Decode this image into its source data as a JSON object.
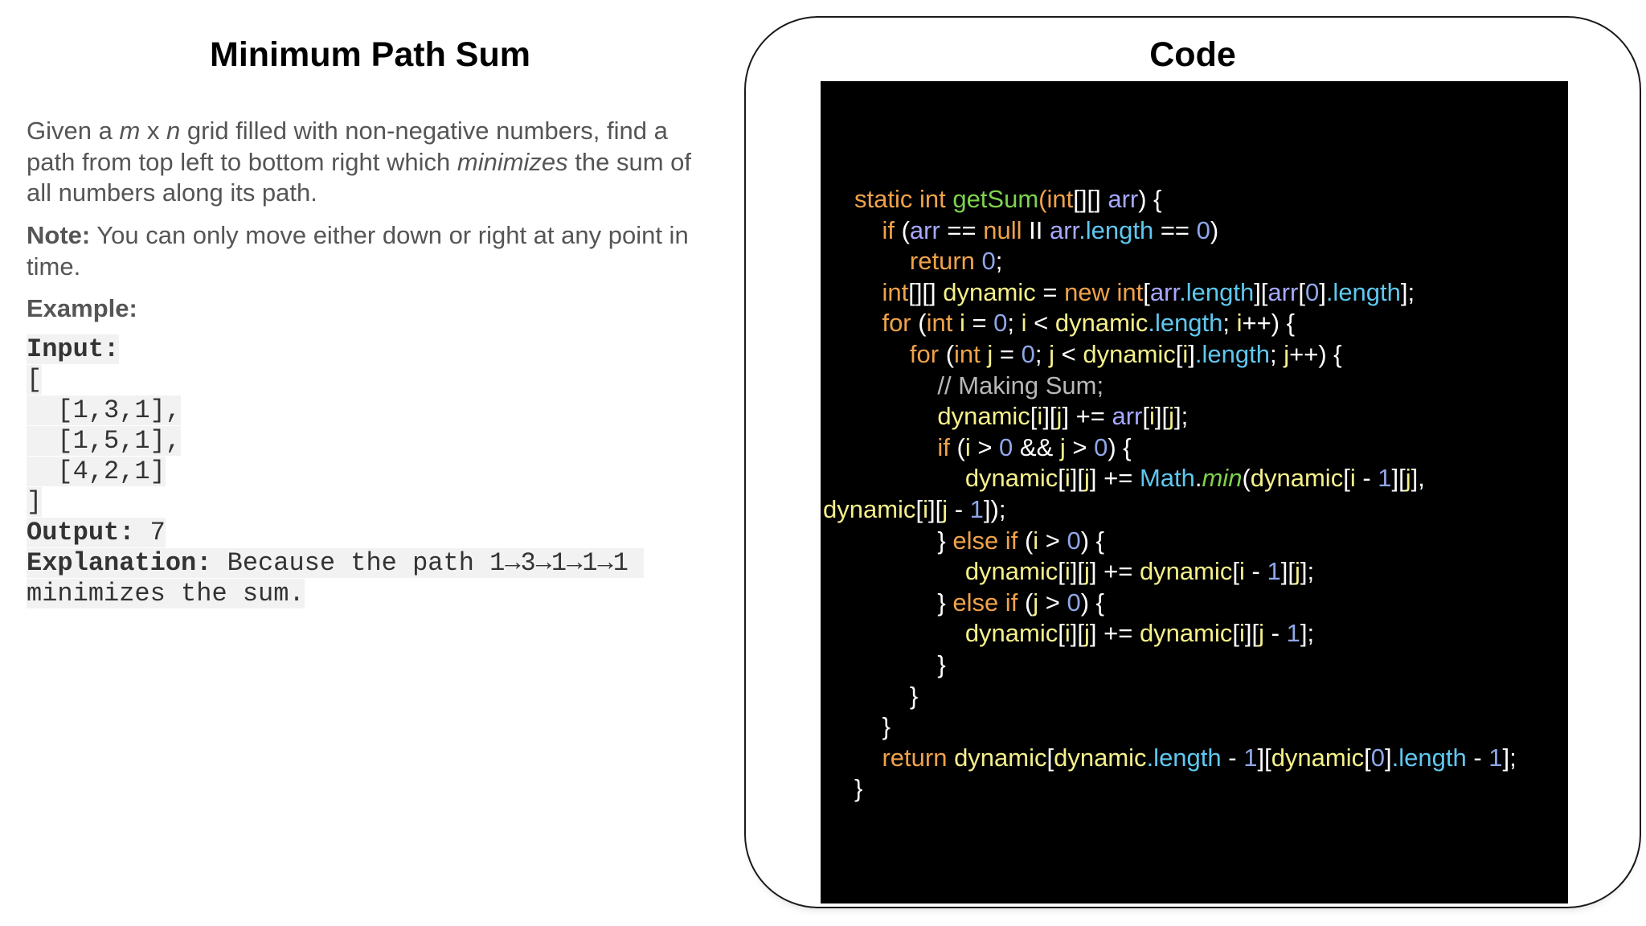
{
  "problem": {
    "title": "Minimum Path Sum",
    "desc1": {
      "a": "Given a ",
      "m": "m",
      "b": " x ",
      "n": "n",
      "c": " grid filled with non-negative numbers, find a path from top left to bottom right which ",
      "min": "minimizes",
      "d": " the sum of all numbers along its path."
    },
    "note_label": "Note:",
    "note_text": " You can only move either down or right at any point in time.",
    "example_label": "Example:",
    "example": {
      "input_label": "Input:",
      "lines": [
        "[",
        "  [1,3,1],",
        "  [1,5,1],",
        "  [4,2,1]",
        "]"
      ],
      "output_label": "Output:",
      "output_value": " 7",
      "explanation_label": "Explanation:",
      "explanation_1": " Because the path 1→3→1→1→1 ",
      "explanation_2": "minimizes the sum."
    }
  },
  "code_panel": {
    "title": "Code",
    "lines": [
      [
        [
          "k",
          "static int "
        ],
        [
          "f",
          "getSum"
        ],
        [
          "k",
          "(int"
        ],
        [
          "w",
          "[][] "
        ],
        [
          "p",
          "arr"
        ],
        [
          "w",
          ") {"
        ]
      ],
      [
        [
          "w",
          "    "
        ],
        [
          "k",
          "if "
        ],
        [
          "w",
          "("
        ],
        [
          "p",
          "arr"
        ],
        [
          "w",
          " == "
        ],
        [
          "k",
          "null"
        ],
        [
          "w",
          " II "
        ],
        [
          "p",
          "arr"
        ],
        [
          "m",
          ".length"
        ],
        [
          "w",
          " == "
        ],
        [
          "n",
          "0"
        ],
        [
          "w",
          ")"
        ]
      ],
      [
        [
          "w",
          "        "
        ],
        [
          "k",
          "return "
        ],
        [
          "n",
          "0"
        ],
        [
          "w",
          ";"
        ]
      ],
      [
        [
          "w",
          "    "
        ],
        [
          "k",
          "int"
        ],
        [
          "w",
          "[][] "
        ],
        [
          "v",
          "dynamic"
        ],
        [
          "w",
          " = "
        ],
        [
          "k",
          "new int"
        ],
        [
          "w",
          "["
        ],
        [
          "p",
          "arr"
        ],
        [
          "m",
          ".length"
        ],
        [
          "w",
          "]["
        ],
        [
          "p",
          "arr"
        ],
        [
          "w",
          "["
        ],
        [
          "n",
          "0"
        ],
        [
          "w",
          "]"
        ],
        [
          "m",
          ".length"
        ],
        [
          "w",
          "];"
        ]
      ],
      [
        [
          "w",
          "    "
        ],
        [
          "k",
          "for "
        ],
        [
          "w",
          "("
        ],
        [
          "k",
          "int "
        ],
        [
          "v",
          "i"
        ],
        [
          "w",
          " = "
        ],
        [
          "n",
          "0"
        ],
        [
          "w",
          "; "
        ],
        [
          "v",
          "i"
        ],
        [
          "w",
          " < "
        ],
        [
          "v",
          "dynamic"
        ],
        [
          "m",
          ".length"
        ],
        [
          "w",
          "; "
        ],
        [
          "v",
          "i"
        ],
        [
          "w",
          "++) {"
        ]
      ],
      [
        [
          "w",
          "        "
        ],
        [
          "k",
          "for "
        ],
        [
          "w",
          "("
        ],
        [
          "k",
          "int "
        ],
        [
          "v",
          "j"
        ],
        [
          "w",
          " = "
        ],
        [
          "n",
          "0"
        ],
        [
          "w",
          "; "
        ],
        [
          "v",
          "j"
        ],
        [
          "w",
          " < "
        ],
        [
          "v",
          "dynamic"
        ],
        [
          "w",
          "["
        ],
        [
          "v",
          "i"
        ],
        [
          "w",
          "]"
        ],
        [
          "m",
          ".length"
        ],
        [
          "w",
          "; "
        ],
        [
          "v",
          "j"
        ],
        [
          "w",
          "++) {"
        ]
      ],
      [
        [
          "w",
          "            "
        ],
        [
          "c",
          "// Making Sum;"
        ]
      ],
      [
        [
          "w",
          "            "
        ],
        [
          "v",
          "dynamic"
        ],
        [
          "w",
          "["
        ],
        [
          "v",
          "i"
        ],
        [
          "w",
          "]["
        ],
        [
          "v",
          "j"
        ],
        [
          "w",
          "] += "
        ],
        [
          "p",
          "arr"
        ],
        [
          "w",
          "["
        ],
        [
          "v",
          "i"
        ],
        [
          "w",
          "]["
        ],
        [
          "v",
          "j"
        ],
        [
          "w",
          "];"
        ]
      ],
      [
        [
          "w",
          "            "
        ],
        [
          "k",
          "if "
        ],
        [
          "w",
          "("
        ],
        [
          "v",
          "i"
        ],
        [
          "w",
          " > "
        ],
        [
          "n",
          "0"
        ],
        [
          "w",
          " && "
        ],
        [
          "v",
          "j"
        ],
        [
          "w",
          " > "
        ],
        [
          "n",
          "0"
        ],
        [
          "w",
          ") {"
        ]
      ],
      [
        [
          "w",
          "                "
        ],
        [
          "v",
          "dynamic"
        ],
        [
          "w",
          "["
        ],
        [
          "v",
          "i"
        ],
        [
          "w",
          "]["
        ],
        [
          "v",
          "j"
        ],
        [
          "w",
          "] += "
        ],
        [
          "m",
          "Math"
        ],
        [
          "w",
          "."
        ],
        [
          "i",
          "min"
        ],
        [
          "w",
          "("
        ],
        [
          "v",
          "dynamic"
        ],
        [
          "w",
          "["
        ],
        [
          "v",
          "i"
        ],
        [
          "w",
          " - "
        ],
        [
          "n",
          "1"
        ],
        [
          "w",
          "]["
        ],
        [
          "v",
          "j"
        ],
        [
          "w",
          "],"
        ]
      ],
      [
        [
          "v",
          "dynamic"
        ],
        [
          "w",
          "["
        ],
        [
          "v",
          "i"
        ],
        [
          "w",
          "]["
        ],
        [
          "v",
          "j"
        ],
        [
          "w",
          " - "
        ],
        [
          "n",
          "1"
        ],
        [
          "w",
          "]);"
        ]
      ],
      [
        [
          "w",
          "            } "
        ],
        [
          "k",
          "else if "
        ],
        [
          "w",
          "("
        ],
        [
          "v",
          "i"
        ],
        [
          "w",
          " > "
        ],
        [
          "n",
          "0"
        ],
        [
          "w",
          ") {"
        ]
      ],
      [
        [
          "w",
          "                "
        ],
        [
          "v",
          "dynamic"
        ],
        [
          "w",
          "["
        ],
        [
          "v",
          "i"
        ],
        [
          "w",
          "]["
        ],
        [
          "v",
          "j"
        ],
        [
          "w",
          "] += "
        ],
        [
          "v",
          "dynamic"
        ],
        [
          "w",
          "["
        ],
        [
          "v",
          "i"
        ],
        [
          "w",
          " - "
        ],
        [
          "n",
          "1"
        ],
        [
          "w",
          "]["
        ],
        [
          "v",
          "j"
        ],
        [
          "w",
          "];"
        ]
      ],
      [
        [
          "w",
          "            } "
        ],
        [
          "k",
          "else if "
        ],
        [
          "w",
          "("
        ],
        [
          "v",
          "j"
        ],
        [
          "w",
          " > "
        ],
        [
          "n",
          "0"
        ],
        [
          "w",
          ") {"
        ]
      ],
      [
        [
          "w",
          "                "
        ],
        [
          "v",
          "dynamic"
        ],
        [
          "w",
          "["
        ],
        [
          "v",
          "i"
        ],
        [
          "w",
          "]["
        ],
        [
          "v",
          "j"
        ],
        [
          "w",
          "] += "
        ],
        [
          "v",
          "dynamic"
        ],
        [
          "w",
          "["
        ],
        [
          "v",
          "i"
        ],
        [
          "w",
          "]["
        ],
        [
          "v",
          "j"
        ],
        [
          "w",
          " - "
        ],
        [
          "n",
          "1"
        ],
        [
          "w",
          "];"
        ]
      ],
      [
        [
          "w",
          "            }"
        ]
      ],
      [
        [
          "w",
          "        }"
        ]
      ],
      [
        [
          "w",
          "    }"
        ]
      ],
      [
        [
          "w",
          "    "
        ],
        [
          "k",
          "return "
        ],
        [
          "v",
          "dynamic"
        ],
        [
          "w",
          "["
        ],
        [
          "v",
          "dynamic"
        ],
        [
          "m",
          ".length"
        ],
        [
          "w",
          " - "
        ],
        [
          "n",
          "1"
        ],
        [
          "w",
          "]["
        ],
        [
          "v",
          "dynamic"
        ],
        [
          "w",
          "["
        ],
        [
          "n",
          "0"
        ],
        [
          "w",
          "]"
        ],
        [
          "m",
          ".length"
        ],
        [
          "w",
          " - "
        ],
        [
          "n",
          "1"
        ],
        [
          "w",
          "];"
        ]
      ],
      [
        [
          "w",
          "}"
        ]
      ]
    ]
  },
  "colors": {
    "keyword": "#f0a24a",
    "function": "#7dd34e",
    "variable": "#f5f08a",
    "parameter": "#a6a8ff",
    "number": "#8fa6e8",
    "member": "#5fc8f0",
    "comment": "#b8b8b8",
    "code_background": "#000000"
  }
}
